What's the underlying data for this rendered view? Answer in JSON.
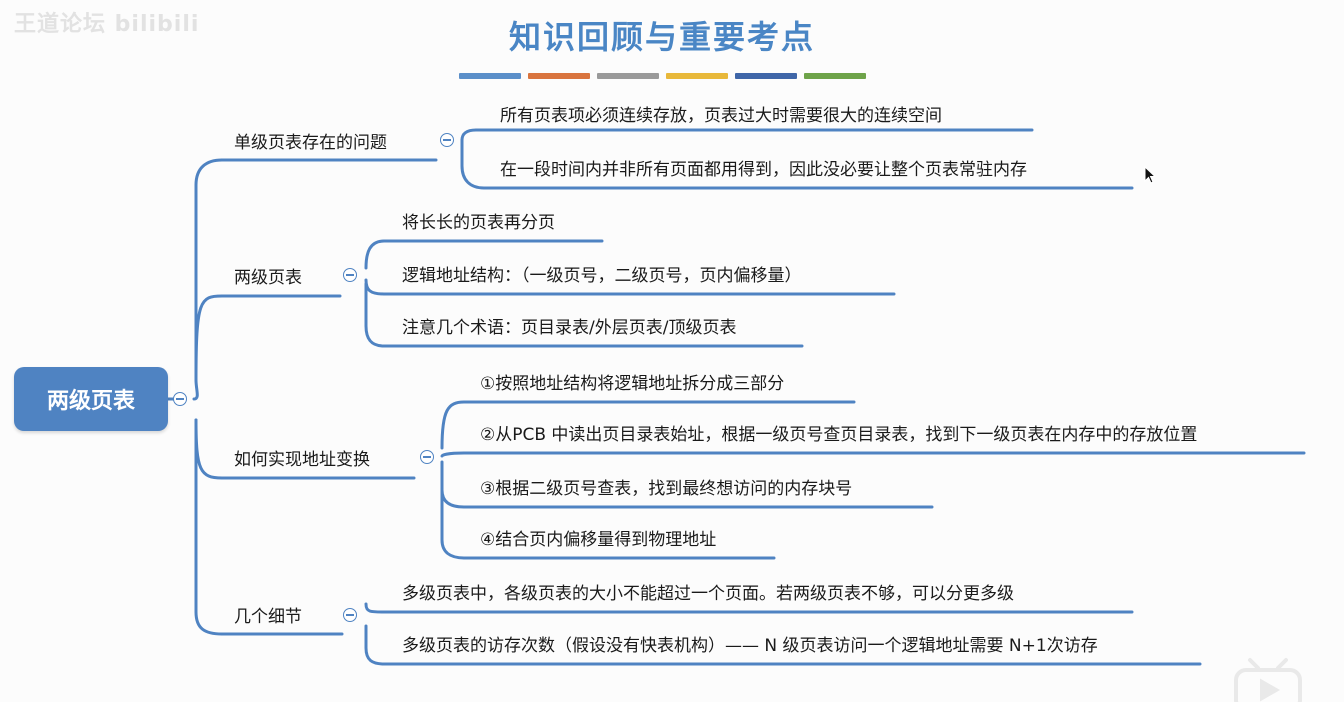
{
  "watermark": "王道论坛 bilibili",
  "title": "知识回顾与重要考点",
  "title_bar_colors": [
    "#5b8fc9",
    "#d9743e",
    "#9a9a9a",
    "#e8b83a",
    "#3f66a8",
    "#6ea349"
  ],
  "accent_color": "#4f83c2",
  "root": {
    "label": "两级页表"
  },
  "branches": [
    {
      "label": "单级页表存在的问题",
      "children": [
        "所有页表项必须连续存放，页表过大时需要很大的连续空间",
        "在一段时间内并非所有页面都用得到，因此没必要让整个页表常驻内存"
      ]
    },
    {
      "label": "两级页表",
      "children": [
        "将长长的页表再分页",
        "逻辑地址结构：（一级页号，二级页号，页内偏移量）",
        "注意几个术语：页目录表/外层页表/顶级页表"
      ]
    },
    {
      "label": "如何实现地址变换",
      "children": [
        "①按照地址结构将逻辑地址拆分成三部分",
        "②从PCB 中读出页目录表始址，根据一级页号查页目录表，找到下一级页表在内存中的存放位置",
        "③根据二级页号查表，找到最终想访问的内存块号",
        "④结合页内偏移量得到物理地址"
      ]
    },
    {
      "label": "几个细节",
      "children": [
        "多级页表中，各级页表的大小不能超过一个页面。若两级页表不够，可以分更多级",
        "多级页表的访存次数（假设没有快表机构）—— N 级页表访问一个逻辑地址需要 N+1次访存"
      ]
    }
  ]
}
